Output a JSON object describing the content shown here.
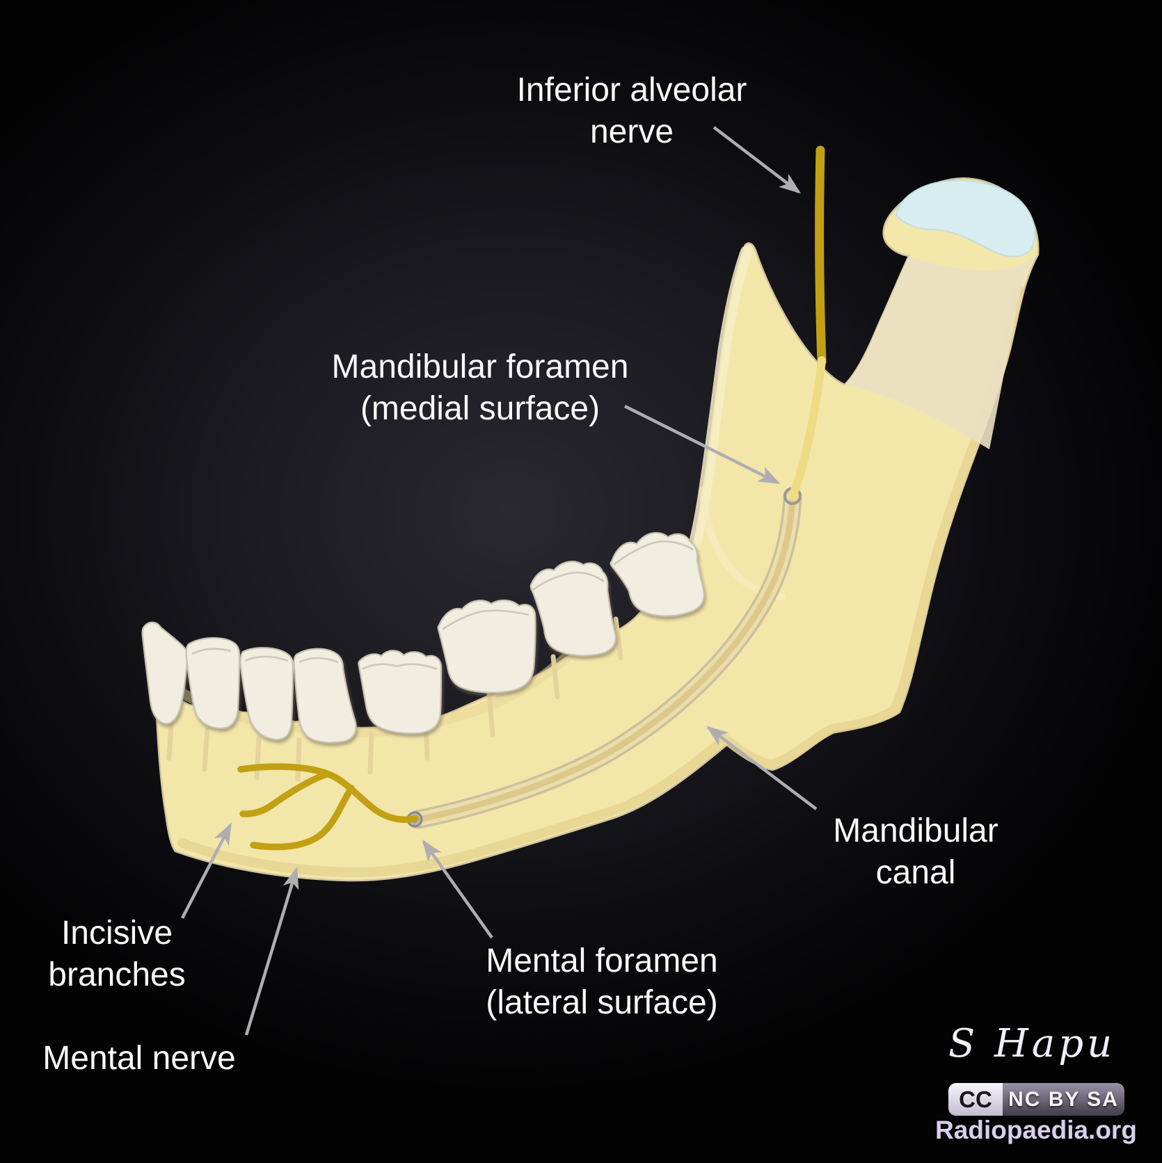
{
  "labels": {
    "inferior_alveolar_nerve": {
      "line1": "Inferior alveolar",
      "line2": "nerve"
    },
    "mandibular_foramen": {
      "line1": "Mandibular foramen",
      "line2": "(medial surface)"
    },
    "mandibular_canal": {
      "line1": "Mandibular",
      "line2": "canal"
    },
    "incisive_branches": {
      "line1": "Incisive",
      "line2": "branches"
    },
    "mental_nerve": {
      "line1": "Mental nerve"
    },
    "mental_foramen": {
      "line1": "Mental foramen",
      "line2": "(lateral surface)"
    }
  },
  "credits": {
    "signature": "S Hapu",
    "license_cc": "CC",
    "license_terms": "NC BY SA",
    "website": "Radiopaedia.org"
  },
  "colors": {
    "label_text": "#fafafa",
    "arrow": "#aeaeb2",
    "bone": "#f3e6a9",
    "bone_shade": "#e5d392",
    "bone_muted": "#eae0c3",
    "bone_highlight": "#f6edc5",
    "tooth": "#f1ede0",
    "tooth_outline": "#c6c1b0",
    "root_line": "#e4d39b",
    "nerve_gold": "#c2a013",
    "nerve_pale": "#eddc84",
    "canal_fill": "#eadeac",
    "canal_edge": "#ccc09c",
    "canal_core": "#d9c584",
    "cartilage": "#d8edef",
    "foramen_ring": "#97978f",
    "radiopaedia_text": "#d8cfea"
  }
}
